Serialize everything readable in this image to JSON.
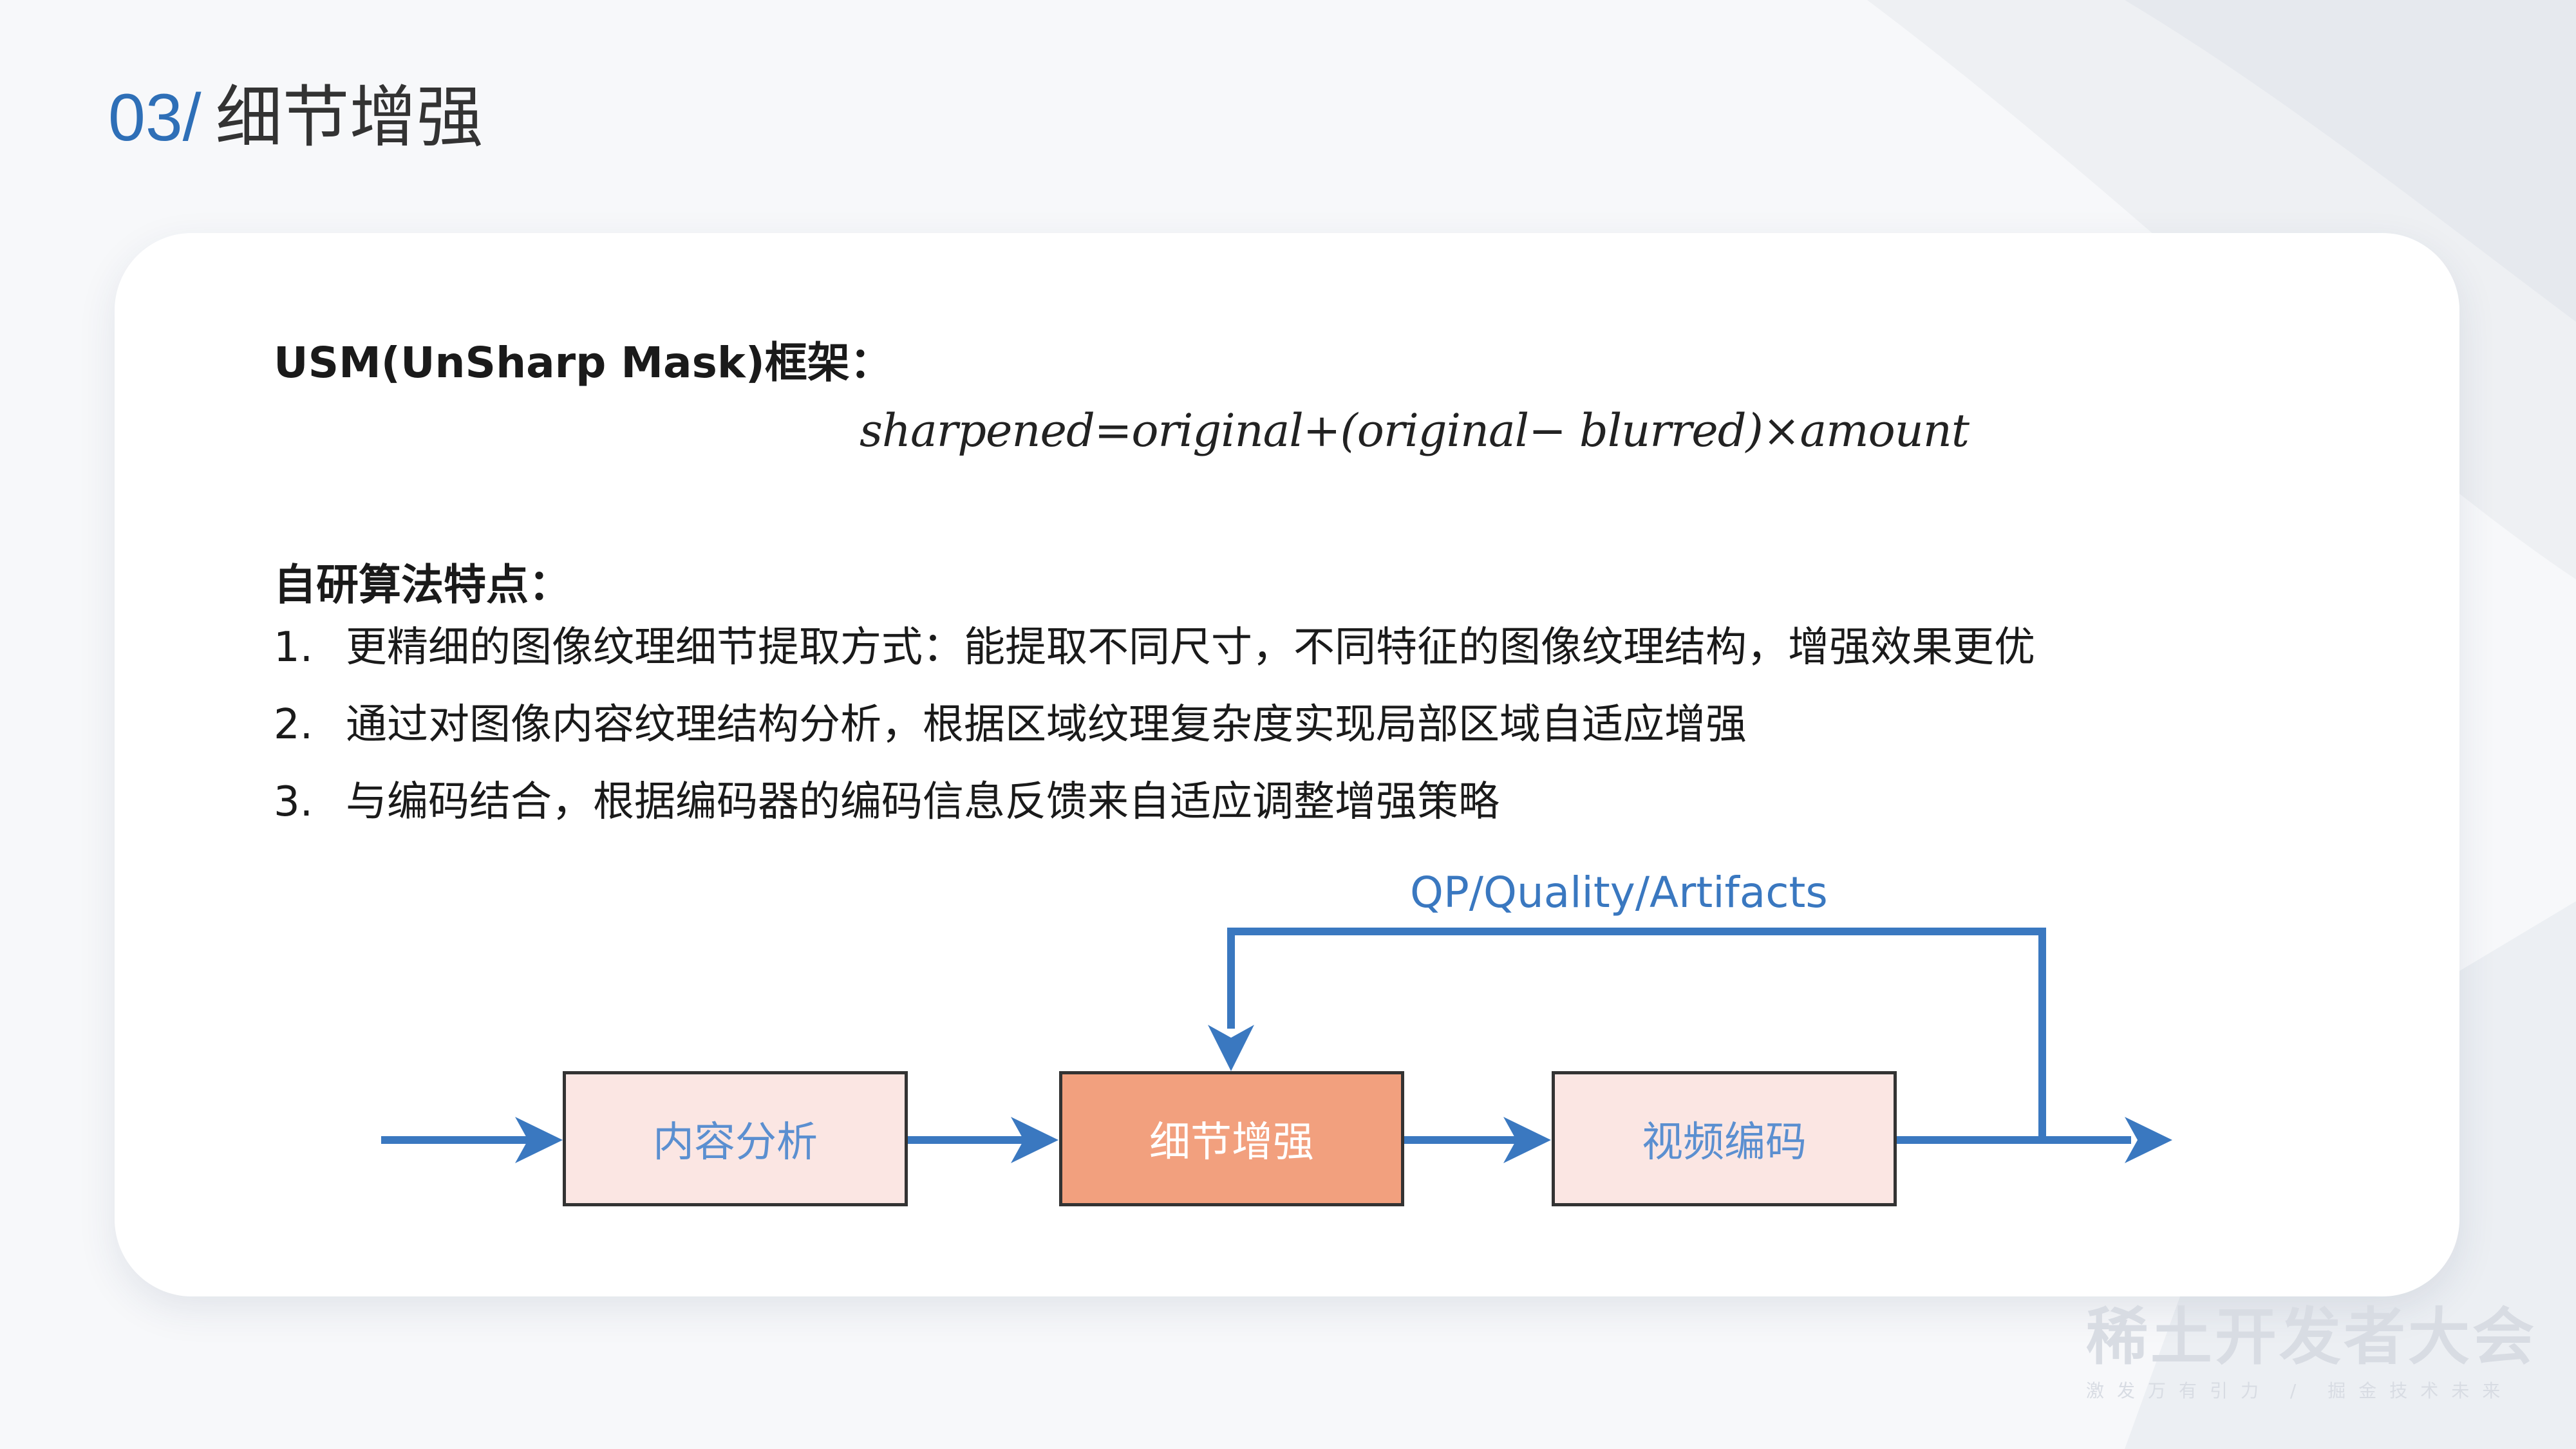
{
  "slide": {
    "number": "03/",
    "title": "细节增强"
  },
  "usm": {
    "heading": "USM(UnSharp Mask)框架：",
    "formula": "sharpened=original+(original− blurred)×amount"
  },
  "features": {
    "heading": "自研算法特点：",
    "items": [
      {
        "index": "1.",
        "text": "更精细的图像纹理细节提取方式：能提取不同尺寸，不同特征的图像纹理结构，增强效果更优"
      },
      {
        "index": "2.",
        "text": "通过对图像内容纹理结构分析，根据区域纹理复杂度实现局部区域自适应增强"
      },
      {
        "index": "3.",
        "text": "与编码结合，根据编码器的编码信息反馈来自适应调整增强策略"
      }
    ]
  },
  "diagram": {
    "nodes": [
      {
        "id": "content-analysis",
        "label": "内容分析"
      },
      {
        "id": "detail-enhance",
        "label": "细节增强"
      },
      {
        "id": "video-encode",
        "label": "视频编码"
      }
    ],
    "feedback_label": "QP/Quality/Artifacts",
    "colors": {
      "arrow": "#3a78c0",
      "box_light": "#fbe6e3",
      "box_accent": "#f2a07e",
      "box_border": "#333333",
      "title_accent": "#2e6fb7"
    }
  },
  "brand": {
    "name": "稀土开发者大会",
    "tagline": "激发万有引力 / 掘金技术未来"
  }
}
